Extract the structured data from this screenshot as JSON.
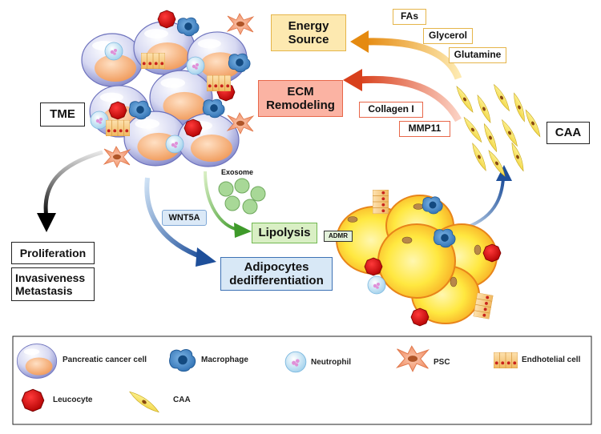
{
  "labels": {
    "energy_source": "Energy\nSource",
    "fas": "FAs",
    "glycerol": "Glycerol",
    "glutamine": "Glutamine",
    "ecm_remodeling": "ECM\nRemodeling",
    "collagen": "Collagen I",
    "mmp11": "MMP11",
    "tme": "TME",
    "caa": "CAA",
    "exosome": "Exosome",
    "wnt5a": "WNT5A",
    "lipolysis": "Lipolysis",
    "admr": "ADMR",
    "adipocytes_dediff": "Adipocytes\ndedifferentiation",
    "proliferation": "Proliferation",
    "invasiveness": "Invasiveness\nMetastasis"
  },
  "legend": [
    {
      "icon": "pancreatic-cancer-cell",
      "label": "Pancreatic cancer cell"
    },
    {
      "icon": "macrophage",
      "label": "Macrophage"
    },
    {
      "icon": "neutrophil",
      "label": "Neutrophil"
    },
    {
      "icon": "psc",
      "label": "PSC"
    },
    {
      "icon": "endothelial-cell",
      "label": "Endhotelial cell"
    },
    {
      "icon": "leucocyte",
      "label": "Leucocyte"
    },
    {
      "icon": "caa",
      "label": "CAA"
    }
  ],
  "colors": {
    "energy_fill": "#fde9b0",
    "energy_border": "#e5b54a",
    "ecm_fill": "#fbb3a3",
    "ecm_border": "#e8674a",
    "lipolysis_fill": "#d9efc4",
    "lipolysis_border": "#72b852",
    "dediff_fill": "#d8e8f6",
    "dediff_border": "#3d72b5",
    "wnt5a_fill": "#dbe9f7",
    "admr_fill": "#e3f1da"
  }
}
